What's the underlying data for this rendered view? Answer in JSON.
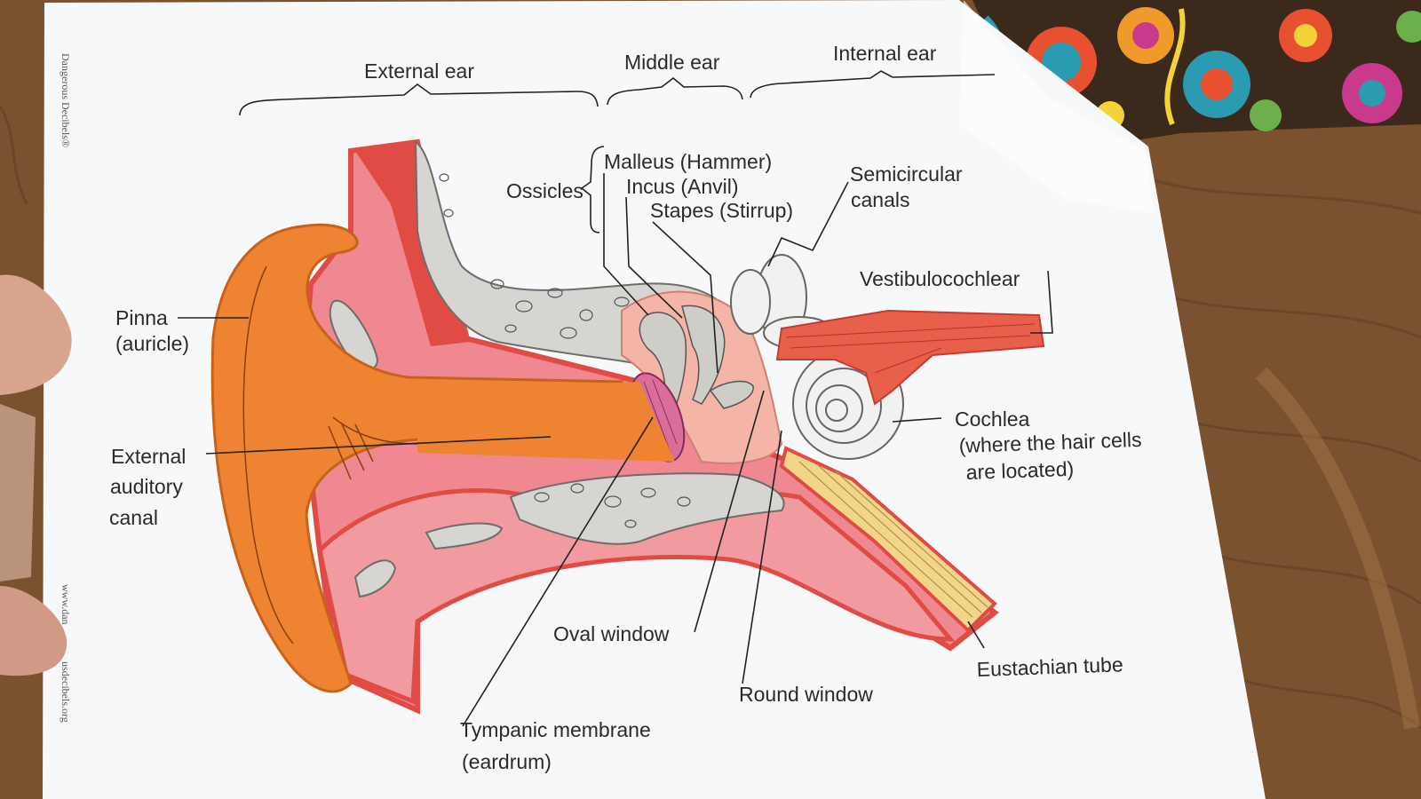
{
  "sections": {
    "external": "External ear",
    "middle": "Middle ear",
    "internal": "Internal ear"
  },
  "labels": {
    "ossicles": "Ossicles",
    "malleus": "Malleus (Hammer)",
    "incus": "Incus (Anvil)",
    "stapes": "Stapes (Stirrup)",
    "semicircular_1": "Semicircular",
    "semicircular_2": "canals",
    "vestibulocochlear": "Vestibulocochlear",
    "pinna_1": "Pinna",
    "pinna_2": "(auricle)",
    "canal_1": "External",
    "canal_2": "auditory",
    "canal_3": "canal",
    "cochlea_1": "Cochlea",
    "cochlea_2": "(where the hair cells",
    "cochlea_3": "are located)",
    "oval_window": "Oval window",
    "round_window": "Round window",
    "eustachian": "Eustachian tube",
    "tympanic_1": "Tympanic membrane",
    "tympanic_2": "(eardrum)"
  },
  "side_text": {
    "brand": "Dangerous Decibels®",
    "url_start": "www.dan",
    "url_end": "usdecibels.org"
  },
  "colors": {
    "table": "#7a5230",
    "paper": "#f7f8f9",
    "pinna_orange": "#ee8431",
    "tissue_pink": "#ef8891",
    "tissue_red": "#e04b45",
    "bone_gray": "#d6d5d2",
    "middle_ear": "#f4b5a8",
    "eustachian_yellow": "#f1d68a"
  }
}
